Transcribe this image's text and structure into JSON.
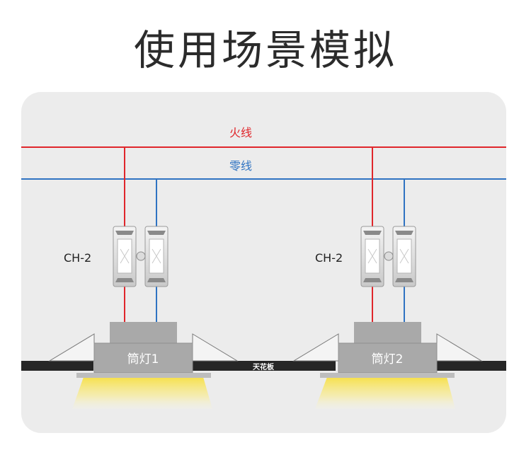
{
  "title": "使用场景模拟",
  "diagram": {
    "live_wire_label": "火线",
    "neutral_wire_label": "零线",
    "ceiling_label": "天花板",
    "colors": {
      "live": "#e0262b",
      "neutral": "#2f73c2",
      "ceiling": "#262626",
      "lamp_body": "#a9a9a9",
      "beam": "#f6e25a"
    },
    "units": [
      {
        "controller_label": "CH-2",
        "lamp_label": "筒灯1"
      },
      {
        "controller_label": "CH-2",
        "lamp_label": "筒灯2"
      }
    ]
  }
}
